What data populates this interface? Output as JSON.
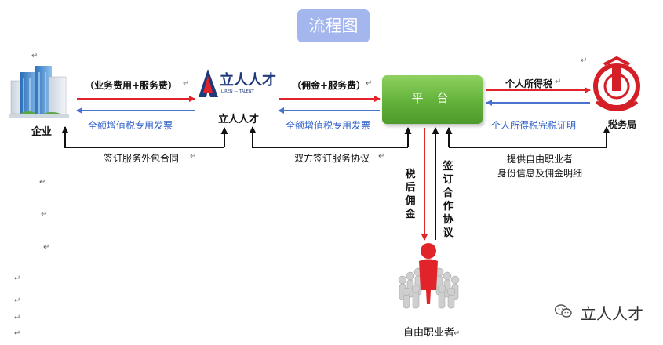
{
  "title": "流程图",
  "nodes": {
    "enterprise": "企业",
    "liren_caption": "立人人才",
    "liren_logo_cn": "立人人才",
    "liren_logo_en": "LIREN — TALENT",
    "platform": "平 台",
    "tax_bureau": "税务局",
    "freelancer": "自由职业者"
  },
  "edges": {
    "ent_to_liren": "（业务费用+服务费）",
    "liren_to_ent": "全额增值税专用发票",
    "ent_contract": "签订服务外包合同",
    "liren_to_platform": "（佣金+服务费）",
    "platform_to_liren": "全额增值税专用发票",
    "bilateral": "双方签订服务协议",
    "platform_to_tax": "个人所得税",
    "tax_to_platform": "个人所得税完税证明",
    "freelancer_info_1": "提供自由职业者",
    "freelancer_info_2": "身份信息及佣金明细",
    "after_tax": "税后佣金",
    "sign_coop": "签订合作协议"
  },
  "watermark": {
    "icon": "wechat-icon",
    "text": "立人人才"
  },
  "colors": {
    "red_arrow": "#e0242a",
    "blue_arrow": "#4a72cf",
    "black_line": "#111111",
    "platform_green": "#62b13a",
    "title_bg": "#a3b6ee"
  }
}
